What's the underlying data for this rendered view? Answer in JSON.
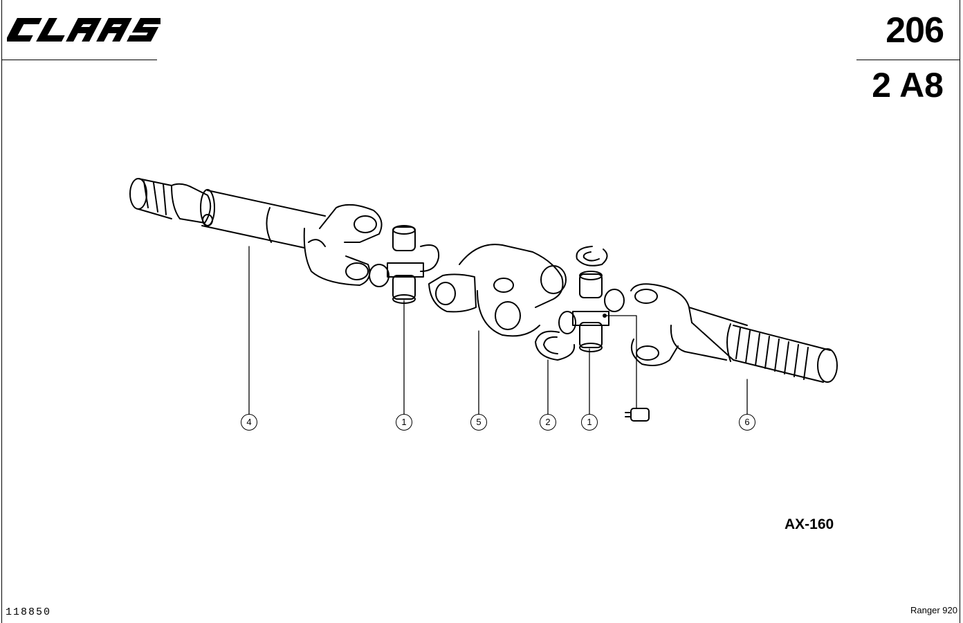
{
  "header": {
    "brand": "CLAAS",
    "page_number": "206",
    "section_code": "2 A8"
  },
  "diagram": {
    "callouts": [
      {
        "label": "4"
      },
      {
        "label": "1"
      },
      {
        "label": "5"
      },
      {
        "label": "2"
      },
      {
        "label": "1"
      },
      {
        "label": "6"
      }
    ],
    "drawing_code": "AX-160"
  },
  "footer": {
    "drawing_number": "118850",
    "model": "Ranger 920"
  }
}
